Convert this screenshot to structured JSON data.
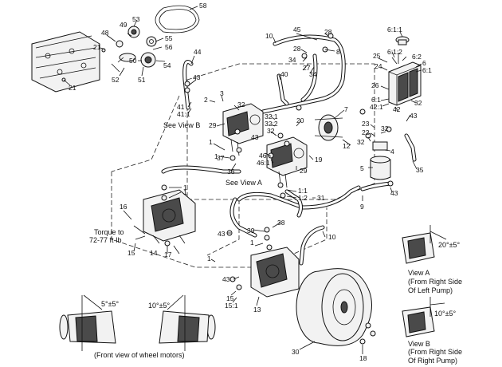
{
  "callouts": {
    "c58": "58",
    "c53": "53",
    "c49": "49",
    "c48": "48",
    "c55": "55",
    "c56": "56",
    "c21a": "21",
    "c21b": "21",
    "c52": "52",
    "c50": "50",
    "c51": "51",
    "c54": "54",
    "c10a": "10",
    "c45": "45",
    "c28a": "28",
    "c8": "8",
    "c44": "44",
    "c28b": "28",
    "c34a": "34",
    "c27": "27",
    "c34b": "34",
    "c40": "40",
    "c43a": "43",
    "c2": "2",
    "c3": "3",
    "c41": "41",
    "c411": "41:1",
    "c32a": "32",
    "c29a": "29",
    "c321": "32:1",
    "c322": "32:2",
    "c32b": "32",
    "c20": "20",
    "c7": "7",
    "c611": "6:1:1",
    "c612": "6:1:2",
    "c62": "6:2",
    "c25": "25",
    "c24": "24",
    "c6": "6",
    "c61a": "6:1",
    "c26": "26",
    "c61b": "6:1",
    "c421": "42:1",
    "c42": "42",
    "c32c": "32",
    "c43b": "43",
    "c23": "23",
    "c22": "22",
    "c32d": "32",
    "c12": "12",
    "c32e": "32",
    "c4": "4",
    "c5": "5",
    "c35": "35",
    "c1a": "1",
    "c1b": "1",
    "c43c": "43",
    "c37": "37",
    "c36": "36",
    "c46": "46",
    "c461": "46:1",
    "c29b": "29",
    "c19": "19",
    "c1c": "1",
    "c1d": "1",
    "c11": "1:1",
    "c12b": "1:2",
    "c31": "31",
    "c9": "9",
    "c43d": "43",
    "c16": "16",
    "c15a": "15",
    "c14": "14",
    "c17": "17",
    "c38": "38",
    "c39": "39",
    "c1e": "1",
    "c43e": "43",
    "c10b": "10",
    "c1f": "1",
    "c43f": "43",
    "c15b": "15",
    "c151": "15:1",
    "c13": "13",
    "c30": "30",
    "c18": "18"
  },
  "captions": {
    "see_view_b": "See View B",
    "see_view_a": "See View A",
    "torque_line1": "Torque to",
    "torque_line2": "72-77 ft-lb",
    "angle_front_left": "5°±5°",
    "angle_front_right": "10°±5°",
    "front_view": "(Front view of wheel motors)",
    "view_a_angle": "20°±5°",
    "view_a_line1": "View A",
    "view_a_line2": "(From Right Side",
    "view_a_line3": "Of Left Pump)",
    "view_b_angle": "10°±5°",
    "view_b_line1": "View B",
    "view_b_line2": "(From Right Side",
    "view_b_line3": "Of Right Pump)"
  }
}
